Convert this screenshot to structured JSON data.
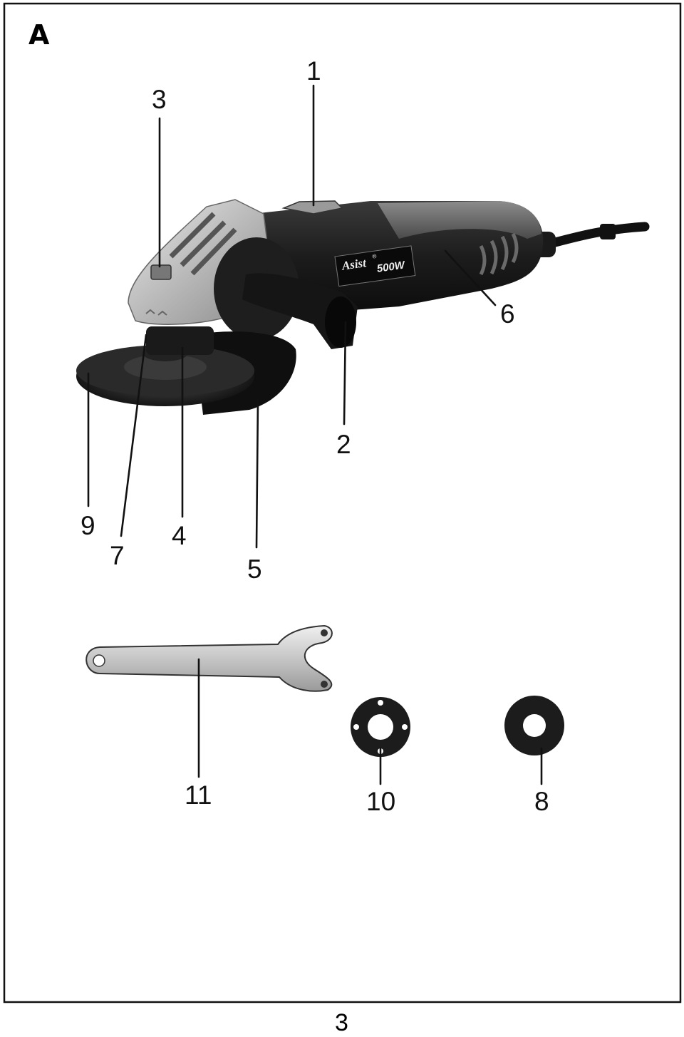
{
  "figure": {
    "letter": "A"
  },
  "grinder": {
    "brand": "Asist",
    "reg": "®",
    "power": "500W"
  },
  "callouts": {
    "c1": "1",
    "c2": "2",
    "c3": "3",
    "c4": "4",
    "c5": "5",
    "c6": "6",
    "c7": "7",
    "c8": "8",
    "c9": "9",
    "c10": "10",
    "c11": "11"
  },
  "page": {
    "number": "3"
  }
}
